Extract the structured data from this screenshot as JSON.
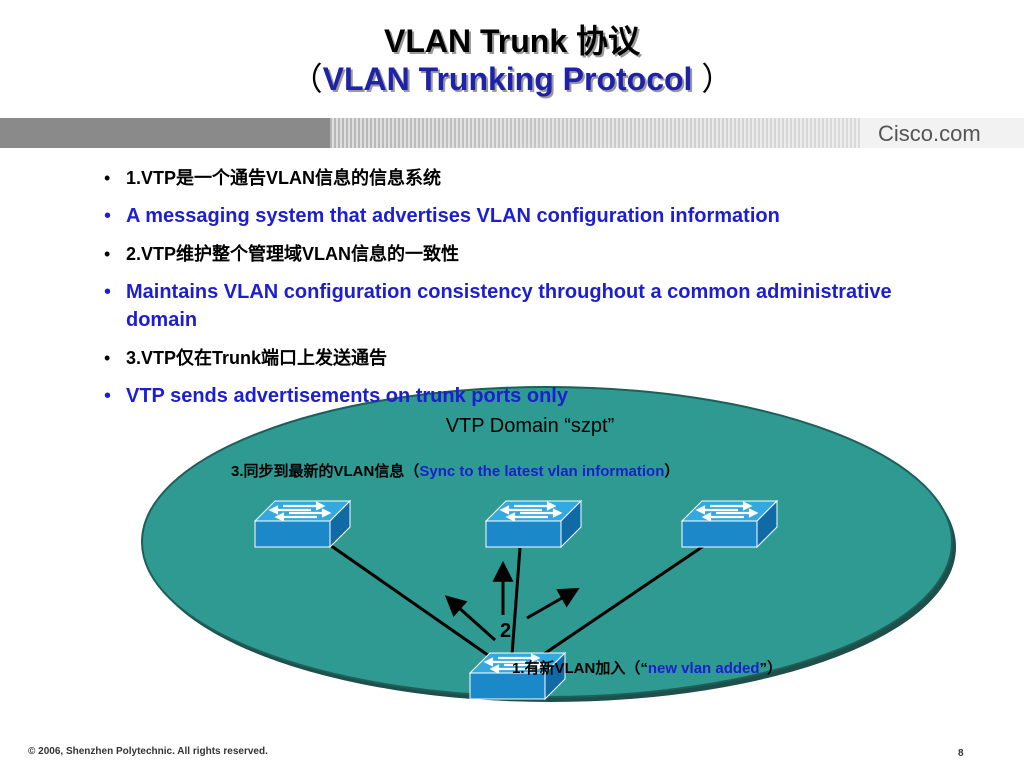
{
  "title": {
    "line1": "VLAN Trunk 协议",
    "line2_open": "（",
    "line2_text": "VLAN Trunking Protocol",
    "line2_close": " ）"
  },
  "banner": {
    "logo_text": "Cisco.com"
  },
  "bullets": [
    {
      "text": "1.VTP是一个通告VLAN信息的信息系统",
      "style": "black"
    },
    {
      "text": "A messaging system that advertises VLAN configuration information",
      "style": "blue"
    },
    {
      "text": "2.VTP维护整个管理域VLAN信息的一致性",
      "style": "black"
    },
    {
      "text": "Maintains VLAN configuration consistency throughout a common administrative domain",
      "style": "blue"
    },
    {
      "text": "3.VTP仅在Trunk端口上发送通告",
      "style": "black"
    },
    {
      "text": "VTP sends advertisements on trunk ports only",
      "style": "blue"
    }
  ],
  "diagram": {
    "domain_label": "VTP Domain “szpt”",
    "sync_label_cn": "3.同步到最新的VLAN信息（",
    "sync_label_en": "Sync to the latest vlan information",
    "sync_label_close": "）",
    "step2_label": "2",
    "new_vlan_cn": "1.有新VLAN加入（“",
    "new_vlan_en": "new vlan added",
    "new_vlan_close": "”）",
    "colors": {
      "ellipse": "#2e9a91",
      "switch_top": "#33a9e0",
      "switch_front": "#1b88c9",
      "arrow": "#000000"
    }
  },
  "footer": {
    "copyright": "© 2006,  Shenzhen Polytechnic. All rights reserved.",
    "page_number": "8"
  }
}
